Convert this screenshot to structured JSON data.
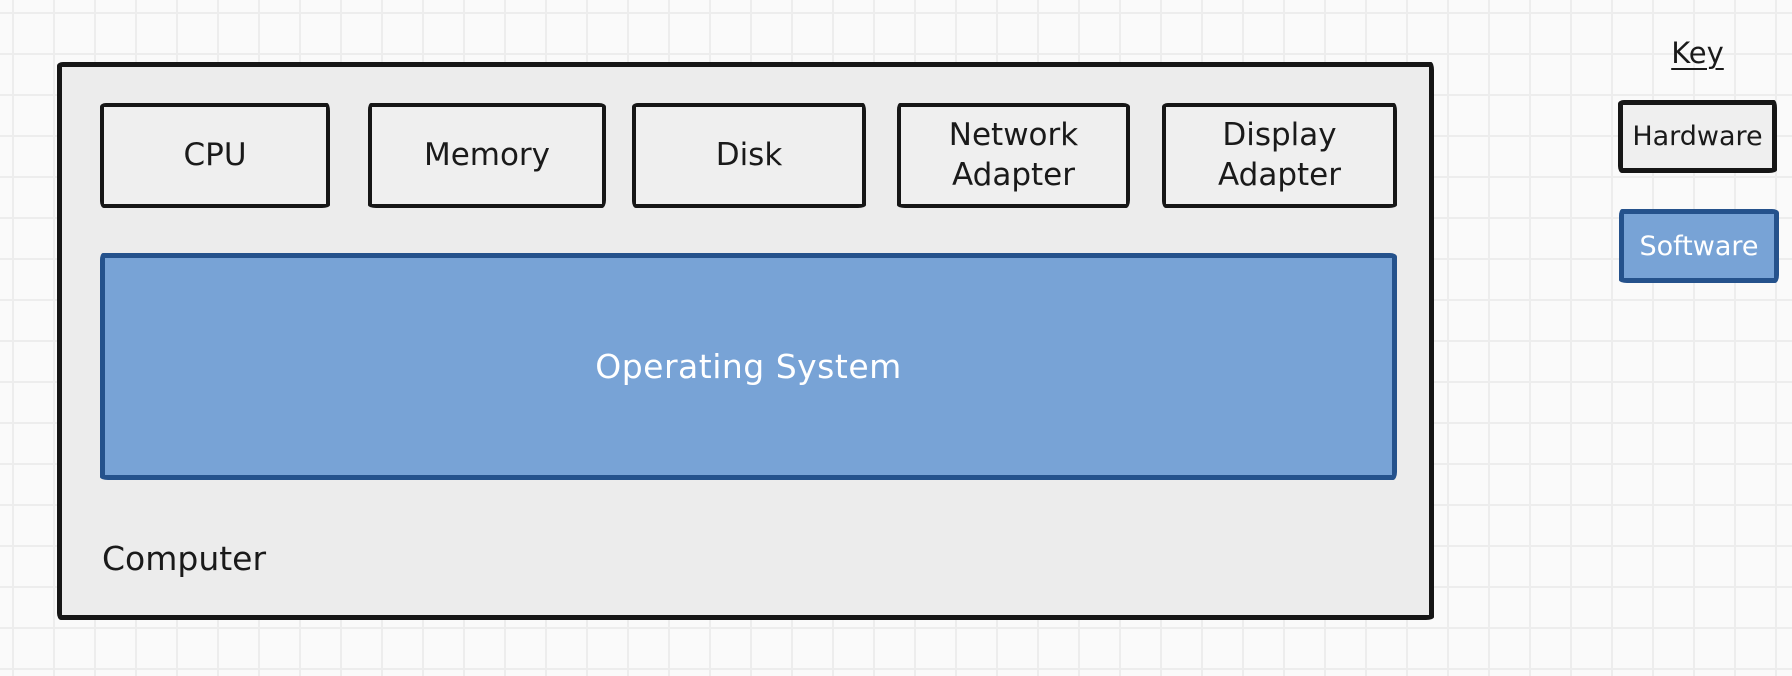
{
  "diagram": {
    "container_label": "Computer",
    "hardware_components": [
      {
        "label": "CPU"
      },
      {
        "label": "Memory"
      },
      {
        "label": "Disk"
      },
      {
        "label": "Network Adapter"
      },
      {
        "label": "Display Adapter"
      }
    ],
    "software_components": [
      {
        "label": "Operating System"
      }
    ]
  },
  "key": {
    "title": "Key",
    "entries": [
      {
        "label": "Hardware",
        "type": "hardware"
      },
      {
        "label": "Software",
        "type": "software"
      }
    ]
  },
  "colors": {
    "background": "#fafafa",
    "grid_line": "#ededed",
    "hardware_fill": "#efefef",
    "hardware_border": "#161616",
    "software_fill": "#78a3d6",
    "software_border": "#25528c",
    "software_text": "#ffffff",
    "text": "#1a1a1a"
  }
}
